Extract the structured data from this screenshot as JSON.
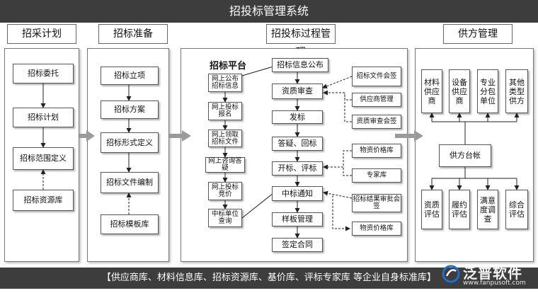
{
  "title": "招投标管理系统",
  "sections": {
    "plan": "招采计划",
    "prep": "招标准备",
    "process": "招投标过程管理",
    "supplier": "供方管理"
  },
  "plan": {
    "items": [
      "招标委托",
      "招标计划",
      "招标范围定义",
      "招标资源库"
    ]
  },
  "prep": {
    "items": [
      "招标立项",
      "招标方案",
      "招标形式定义",
      "招标文件编制",
      "招标模板库"
    ]
  },
  "process": {
    "platform_title": "招标平台",
    "platform_items": [
      "网上公布招标信息",
      "网上投标报名",
      "网上领取招标文件",
      "网上咨询答疑",
      "网上投标竞价",
      "中标单位查询"
    ],
    "flow": [
      "招标信息公布",
      "资质审查",
      "发标",
      "答疑、回标",
      "开标、评标",
      "中标通知",
      "样板管理",
      "签定合同"
    ],
    "side": [
      "招标文件会签",
      "供应商管理",
      "资质审查会签",
      "物资价格库",
      "专家库",
      "招标结果审批会签",
      "物资价格库"
    ]
  },
  "supplier": {
    "types": [
      "材料供应商",
      "设备供应商",
      "专业分包单位",
      "其他类型供方"
    ],
    "ledger": "供方台帐",
    "evals": [
      "资质评估",
      "履约评估",
      "满意度调查",
      "综合评估"
    ]
  },
  "footer": "【供应商库、材料信息库、招标资源库、基价库、评标专家库 等企业自身标准库】",
  "logo": {
    "text": "泛普软件",
    "url": "www.fanpusoft.com"
  },
  "colors": {
    "bar": "#3d3d3d",
    "arrow": "#9a9a9a",
    "line": "#222222"
  }
}
